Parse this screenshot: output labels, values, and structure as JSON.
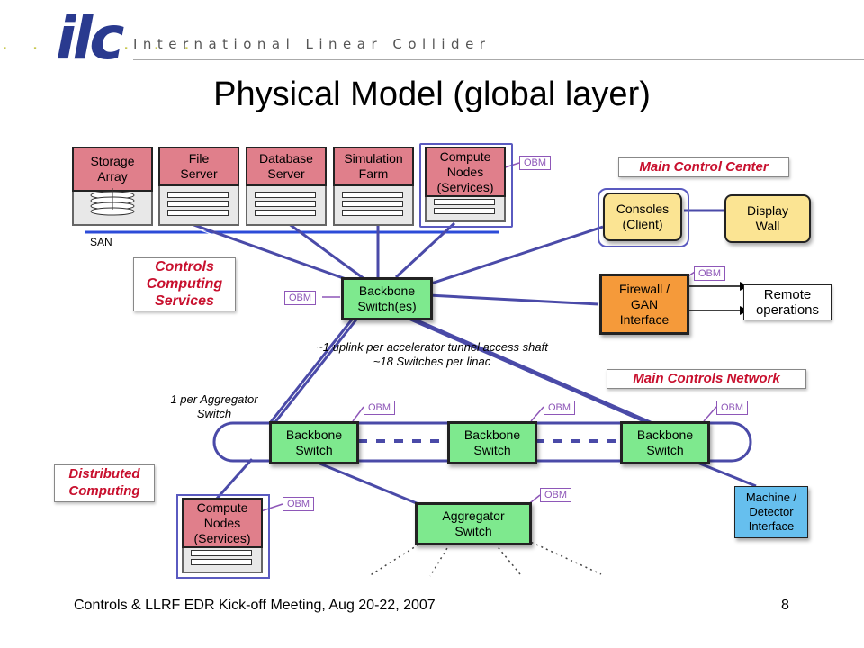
{
  "header": {
    "logo_text": "ilc",
    "subtitle": "International Linear Collider",
    "title": "Physical Model (global layer)"
  },
  "servers": [
    {
      "label": "Storage\nArray"
    },
    {
      "label": "File\nServer"
    },
    {
      "label": "Database\nServer"
    },
    {
      "label": "Simulation\nFarm"
    },
    {
      "label": "Compute\nNodes\n(Services)"
    }
  ],
  "san_label": "SAN",
  "obm_label": "OBM",
  "main_control_center": "Main Control Center",
  "consoles": "Consoles\n(Client)",
  "display_wall": "Display\nWall",
  "controls_computing_services": "Controls\nComputing\nServices",
  "backbone_switches": "Backbone\nSwitch(es)",
  "firewall": "Firewall /\nGAN\nInterface",
  "remote_operations": "Remote\noperations",
  "uplink_note": "~1 uplink per accelerator tunnel access shaft\n~18 Switches per linac",
  "main_controls_network": "Main Controls Network",
  "aggregator_note": "1 per Aggregator\nSwitch",
  "backbone_switch": "Backbone\nSwitch",
  "distributed_computing": "Distributed\nComputing",
  "compute_nodes_distributed": "Compute\nNodes\n(Services)",
  "aggregator_switch": "Aggregator\nSwitch",
  "machine_detector_interface": "Machine /\nDetector\nInterface",
  "footer": {
    "left": "Controls & LLRF EDR Kick-off Meeting, Aug 20-22, 2007",
    "page": "8"
  },
  "colors": {
    "server": "#e07f8b",
    "switch": "#7ee98e",
    "console": "#fbe493",
    "firewall": "#f59a3a",
    "interface": "#66bfee",
    "san_line": "#2c4bd8",
    "link_line": "#4a4aa8",
    "label_red": "#c8102e",
    "obm": "#8e57b8"
  }
}
